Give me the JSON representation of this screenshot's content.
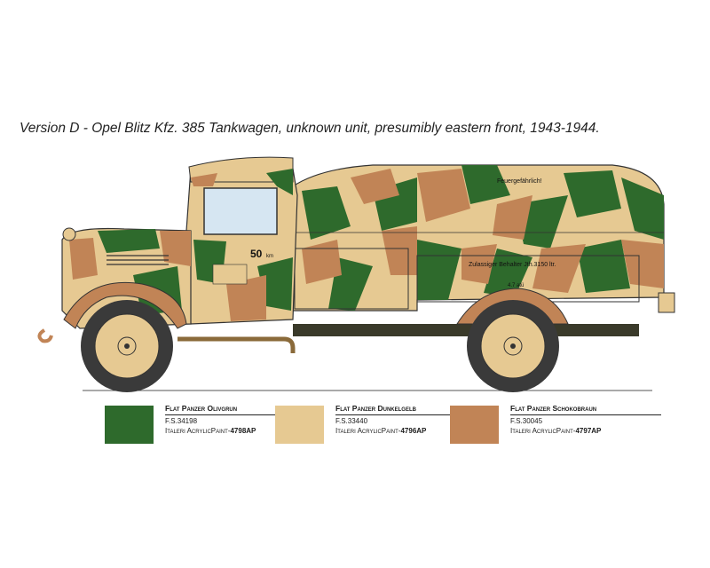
{
  "caption": "Version D - Opel Blitz Kfz. 385 Tankwagen, unknown unit, presumibly eastern front, 1943-1944.",
  "vehicle_markings": {
    "warning": "Feuergefährlich!",
    "speed": "50",
    "speed_unit": "km",
    "tank_capacity": "Zulassiger Behalter Jth.3150 ltr.",
    "tank_small": "4.7 atü"
  },
  "paints": [
    {
      "name": "Flat Panzer Olivgrun",
      "fs": "F.S.34198",
      "brand": "Italeri AcrylicPaint-",
      "code": "4798AP",
      "color": "#2e6a2c"
    },
    {
      "name": "Flat Panzer Dunkelgelb",
      "fs": "F.S.33440",
      "brand": "Italeri AcrylicPaint-",
      "code": "4796AP",
      "color": "#e6c992"
    },
    {
      "name": "Flat Panzer Schokobraun",
      "fs": "F.S.30045",
      "brand": "Italeri AcrylicPaint-",
      "code": "4797AP",
      "color": "#c18456"
    }
  ]
}
